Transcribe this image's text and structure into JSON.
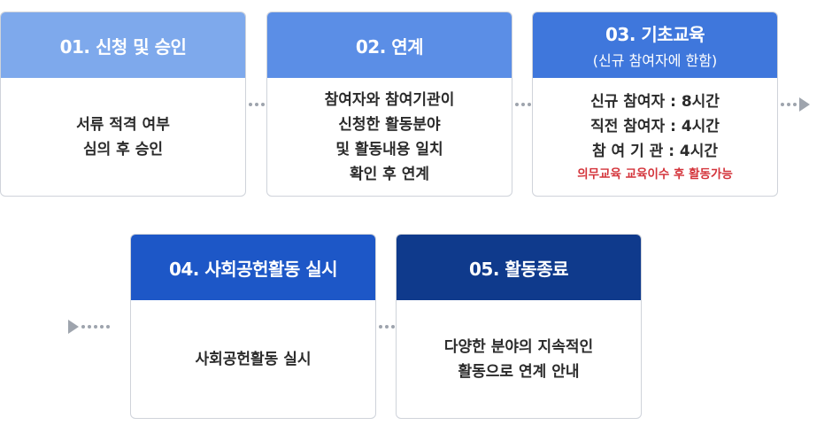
{
  "steps": [
    {
      "title": "01. 신청 및 승인",
      "lines": [
        "서류 적격 여부",
        "심의 후 승인"
      ],
      "header_color": "#7ea9ec"
    },
    {
      "title": "02. 연계",
      "lines": [
        "참여자와 참여기관이",
        "신청한 활동분야",
        "및 활동내용 일치",
        "확인 후 연계"
      ],
      "header_color": "#5b8ee6"
    },
    {
      "title": "03. 기초교육",
      "subtitle": "(신규 참여자에 한함)",
      "lines": [
        "신규 참여자 : 8시간",
        "직전 참여자 : 4시간",
        "참 여 기 관 : 4시간"
      ],
      "note": "의무교육 교육이수 후 활동가능",
      "header_color": "#3f77dc"
    },
    {
      "title": "04. 사회공헌활동 실시",
      "lines": [
        "사회공헌활동 실시"
      ],
      "header_color": "#1d57c7"
    },
    {
      "title": "05. 활동종료",
      "lines": [
        "다양한 분야의 지속적인",
        "활동으로 연계 안내"
      ],
      "header_color": "#0f3a8c"
    }
  ],
  "colors": {
    "border": "#cfd3da",
    "text": "#2b2b2b",
    "note": "#d4343b",
    "connector": "#9ea4ad"
  }
}
